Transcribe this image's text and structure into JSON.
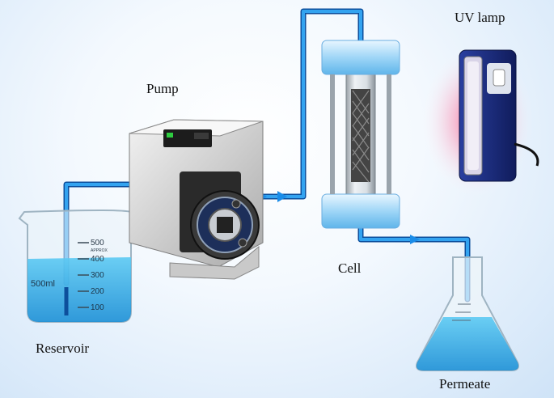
{
  "labels": {
    "pump": "Pump",
    "uv_lamp": "UV lamp",
    "cell": "Cell",
    "reservoir": "Reservoir",
    "permeate": "Permeate"
  },
  "beaker": {
    "volume_mark": "500ml",
    "scale": [
      "500",
      "400",
      "300",
      "200",
      "100"
    ],
    "approx": "APPROX"
  },
  "colors": {
    "tube": "#1f8fe6",
    "tube_outline": "#0d4f9c",
    "liquid": "#39b6ea",
    "arrow": "#1a8ce8",
    "cell_cap": "#bfe4fb",
    "uv_glow": "#ff2f6d",
    "lamp_body": "#1e2f86"
  }
}
